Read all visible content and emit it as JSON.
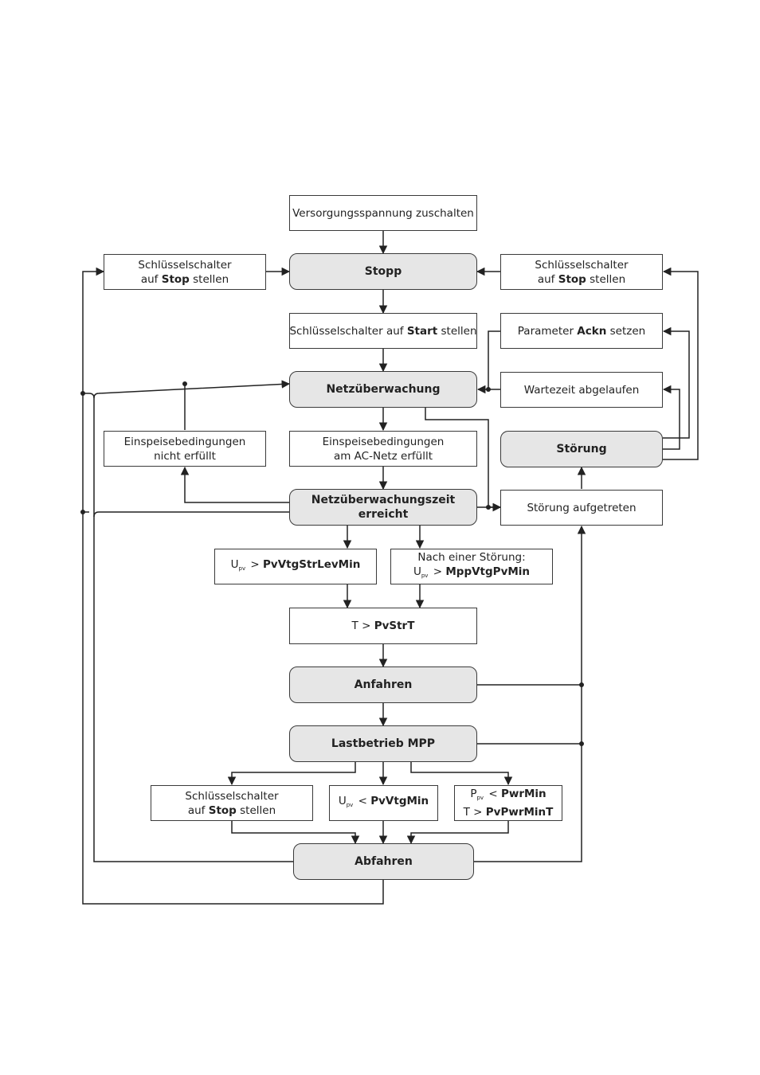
{
  "nodes": {
    "supply": {
      "line1": "Versorgungsspannung zuschalten"
    },
    "stopp": {
      "label": "Stopp"
    },
    "key_stop_left": {
      "line1": "Schlüsselschalter",
      "line2_pre": "auf ",
      "line2_bold": "Stop",
      "line2_post": " stellen"
    },
    "key_stop_right": {
      "line1": "Schlüsselschalter",
      "line2_pre": "auf ",
      "line2_bold": "Stop",
      "line2_post": " stellen"
    },
    "key_start": {
      "pre": "Schlüsselschalter auf ",
      "bold": "Start",
      "post": " stellen"
    },
    "param_ackn": {
      "pre": "Parameter ",
      "bold": "Ackn",
      "post": " setzen"
    },
    "netz": {
      "label": "Netzüberwachung"
    },
    "wartezeit": {
      "line1": "Wartezeit abgelaufen"
    },
    "cond_not": {
      "line1": "Einspeisebedingungen",
      "line2": "nicht erfüllt"
    },
    "cond_ok": {
      "line1": "Einspeisebedingungen",
      "line2": "am AC-Netz erfüllt"
    },
    "stoerung": {
      "label": "Störung"
    },
    "netzzeit": {
      "line1": "Netzüberwachungszeit",
      "line2": "erreicht"
    },
    "stoerung_auf": {
      "line1": "Störung aufgetreten"
    },
    "upv_strlev": {
      "u": "U",
      "sub": "pv",
      "op": " > ",
      "bold": "PvVtgStrLevMin"
    },
    "after_fault": {
      "line1": "Nach einer Störung:",
      "u": "U",
      "sub": "pv",
      "op": " > ",
      "bold": "MppVtgPvMin"
    },
    "t_pvstrt": {
      "pre": "T > ",
      "bold": "PvStrT"
    },
    "anfahren": {
      "label": "Anfahren"
    },
    "lastbetrieb": {
      "label": "Lastbetrieb MPP"
    },
    "key_stop_bottom": {
      "line1": "Schlüsselschalter",
      "line2_pre": "auf ",
      "line2_bold": "Stop",
      "line2_post": " stellen"
    },
    "upv_vtgmin": {
      "u": "U",
      "sub": "pv",
      "op": " < ",
      "bold": "PvVtgMin"
    },
    "ppv_pwrmin": {
      "p": "P",
      "sub": "pv",
      "op": " < ",
      "bold1": "PwrMin",
      "pre2": "T > ",
      "bold2": "PvPwrMinT"
    },
    "abfahren": {
      "label": "Abfahren"
    }
  }
}
